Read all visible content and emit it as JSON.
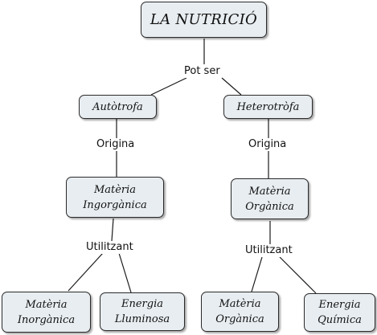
{
  "root": "LA NUTRICIÓ",
  "root_link": "Pot ser",
  "left": {
    "type": "Autòtrofa",
    "link1": "Origina",
    "result": "Matèria\nIngorgànica",
    "link2": "Utilitzant",
    "leaf1": "Matèria\nInorgànica",
    "leaf2": "Energia\nLluminosa"
  },
  "right": {
    "type": "Heterotròfa",
    "link1": "Origina",
    "result": "Matèria\nOrgànica",
    "link2": "Utilitzant",
    "leaf1": "Matèria\nOrgànica",
    "leaf2": "Energia\nQuímica"
  },
  "colors": {
    "node_fill": "#e8edf1",
    "border": "#2a2a2a",
    "line": "#1a1a1a"
  }
}
